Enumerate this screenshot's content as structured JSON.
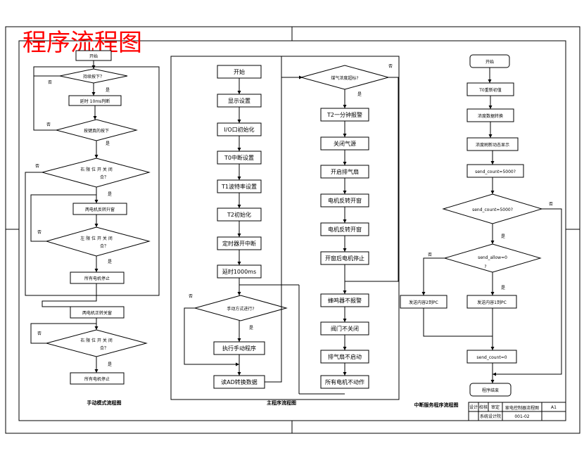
{
  "title": "程序流程图",
  "left": {
    "start": "开始",
    "d1": "持续按下？",
    "delay": "延时 10ms判断",
    "d2": "按键真的按下",
    "d3a": "右 限 位 开 关 闭",
    "d3b": "合？",
    "motors_lift": "两电机反转升窗",
    "d4a": "左 限 位 开 关 闭",
    "d4b": "合？",
    "stop1": "所有电机停止",
    "motors_close": "两电机正转关窗",
    "d5a": "右 限 位 开 关 闭",
    "d5b": "合？",
    "stop2": "所有电机停止",
    "caption": "手动模式流程图"
  },
  "middle": {
    "start": "开始",
    "s1": "显示设置",
    "s2": "I/O口初始化",
    "s3": "T0中断设置",
    "s4": "T1波特率设置",
    "s5": "T2初始化",
    "s6": "定时器开中断",
    "s7": "延时1000ms",
    "d1": "手动方式进行?",
    "manual": "执行手动程序",
    "readad": "读AD转换数据",
    "d2": "煤气浓度超标?",
    "a1": "T2一分钟报警",
    "a2": "关闭气源",
    "a3": "开启排气扇",
    "a4": "电机反转开窗",
    "a5": "电机反转开窗",
    "a6": "开窗后电机停止",
    "b1": "蜂鸣器不报警",
    "b2": "阀门不关闭",
    "b3": "排气扇不启动",
    "b4": "所有电机不动作",
    "caption": "主程序流程图"
  },
  "right": {
    "start": "开始",
    "s1": "T0重新初值",
    "s2": "浓度数据转换",
    "s3": "浓度刷新动态显示",
    "s4": "send_count=5000?",
    "d1": "send_count=5000?",
    "d2a": "send_allow=0",
    "d2b": "?",
    "p1": "发送内容2到PC",
    "p2": "发送内容1到PC",
    "s5": "send_count=0",
    "end": "程序结束",
    "caption": "中断服务程序流程图"
  },
  "labels": {
    "yes": "是",
    "no": "否"
  },
  "titleblock": {
    "c1": "设计",
    "c2": "校核",
    "c3": "审定",
    "name": "家电控制器流程图",
    "sheet": "A1",
    "dept": "系统设计院",
    "num": "001-02"
  }
}
